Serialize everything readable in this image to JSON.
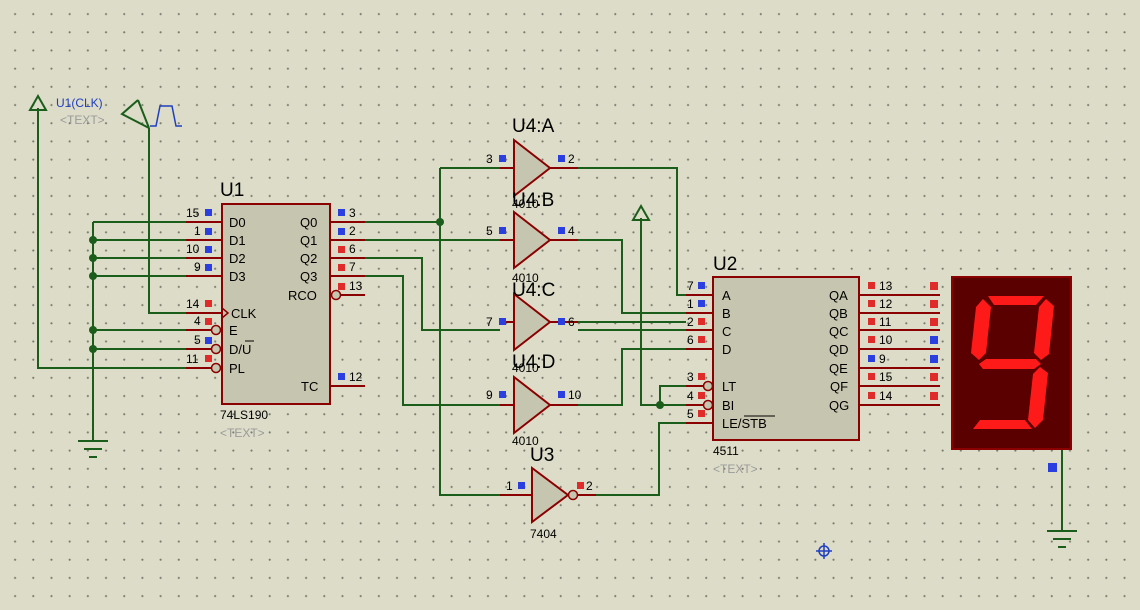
{
  "generator": {
    "name": "U1(CLK)",
    "text": "<TEXT>"
  },
  "u1": {
    "ref": "U1",
    "part": "74LS190",
    "text": "<TEXT>",
    "left_pins": [
      {
        "num": "15",
        "label": "D0"
      },
      {
        "num": "1",
        "label": "D1"
      },
      {
        "num": "10",
        "label": "D2"
      },
      {
        "num": "9",
        "label": "D3"
      },
      {
        "num": "14",
        "label": "CLK"
      },
      {
        "num": "4",
        "label": "E"
      },
      {
        "num": "5",
        "label": "D/U"
      },
      {
        "num": "11",
        "label": "PL"
      }
    ],
    "right_pins": [
      {
        "num": "3",
        "label": "Q0"
      },
      {
        "num": "2",
        "label": "Q1"
      },
      {
        "num": "6",
        "label": "Q2"
      },
      {
        "num": "7",
        "label": "Q3"
      },
      {
        "num": "13",
        "label": "RCO"
      },
      {
        "num": "12",
        "label": "TC"
      }
    ]
  },
  "u4": [
    {
      "ref": "U4:A",
      "part": "4010",
      "in": "3",
      "out": "2"
    },
    {
      "ref": "U4:B",
      "part": "4010",
      "in": "5",
      "out": "4"
    },
    {
      "ref": "U4:C",
      "part": "4010",
      "in": "7",
      "out": "6"
    },
    {
      "ref": "U4:D",
      "part": "4010",
      "in": "9",
      "out": "10"
    }
  ],
  "u3": {
    "ref": "U3",
    "part": "7404",
    "in": "1",
    "out": "2"
  },
  "u2": {
    "ref": "U2",
    "part": "4511",
    "text": "<TEXT>",
    "left_pins": [
      {
        "num": "7",
        "label": "A"
      },
      {
        "num": "1",
        "label": "B"
      },
      {
        "num": "2",
        "label": "C"
      },
      {
        "num": "6",
        "label": "D"
      },
      {
        "num": "3",
        "label": "LT"
      },
      {
        "num": "4",
        "label": "BI"
      },
      {
        "num": "5",
        "label": "LE/STB"
      }
    ],
    "right_pins": [
      {
        "num": "13",
        "label": "QA"
      },
      {
        "num": "12",
        "label": "QB"
      },
      {
        "num": "11",
        "label": "QC"
      },
      {
        "num": "10",
        "label": "QD"
      },
      {
        "num": "9",
        "label": "QE"
      },
      {
        "num": "15",
        "label": "QF"
      },
      {
        "num": "14",
        "label": "QG"
      }
    ]
  },
  "display": {
    "digit": "9",
    "segment_color": "#ff1a1a",
    "body_color": "#5a0000"
  },
  "colors": {
    "wire": "#1b5e1b",
    "pin_active_blue": "#2b3fe0",
    "pin_active_red": "#e02b2b",
    "component_border": "#8b0000"
  }
}
